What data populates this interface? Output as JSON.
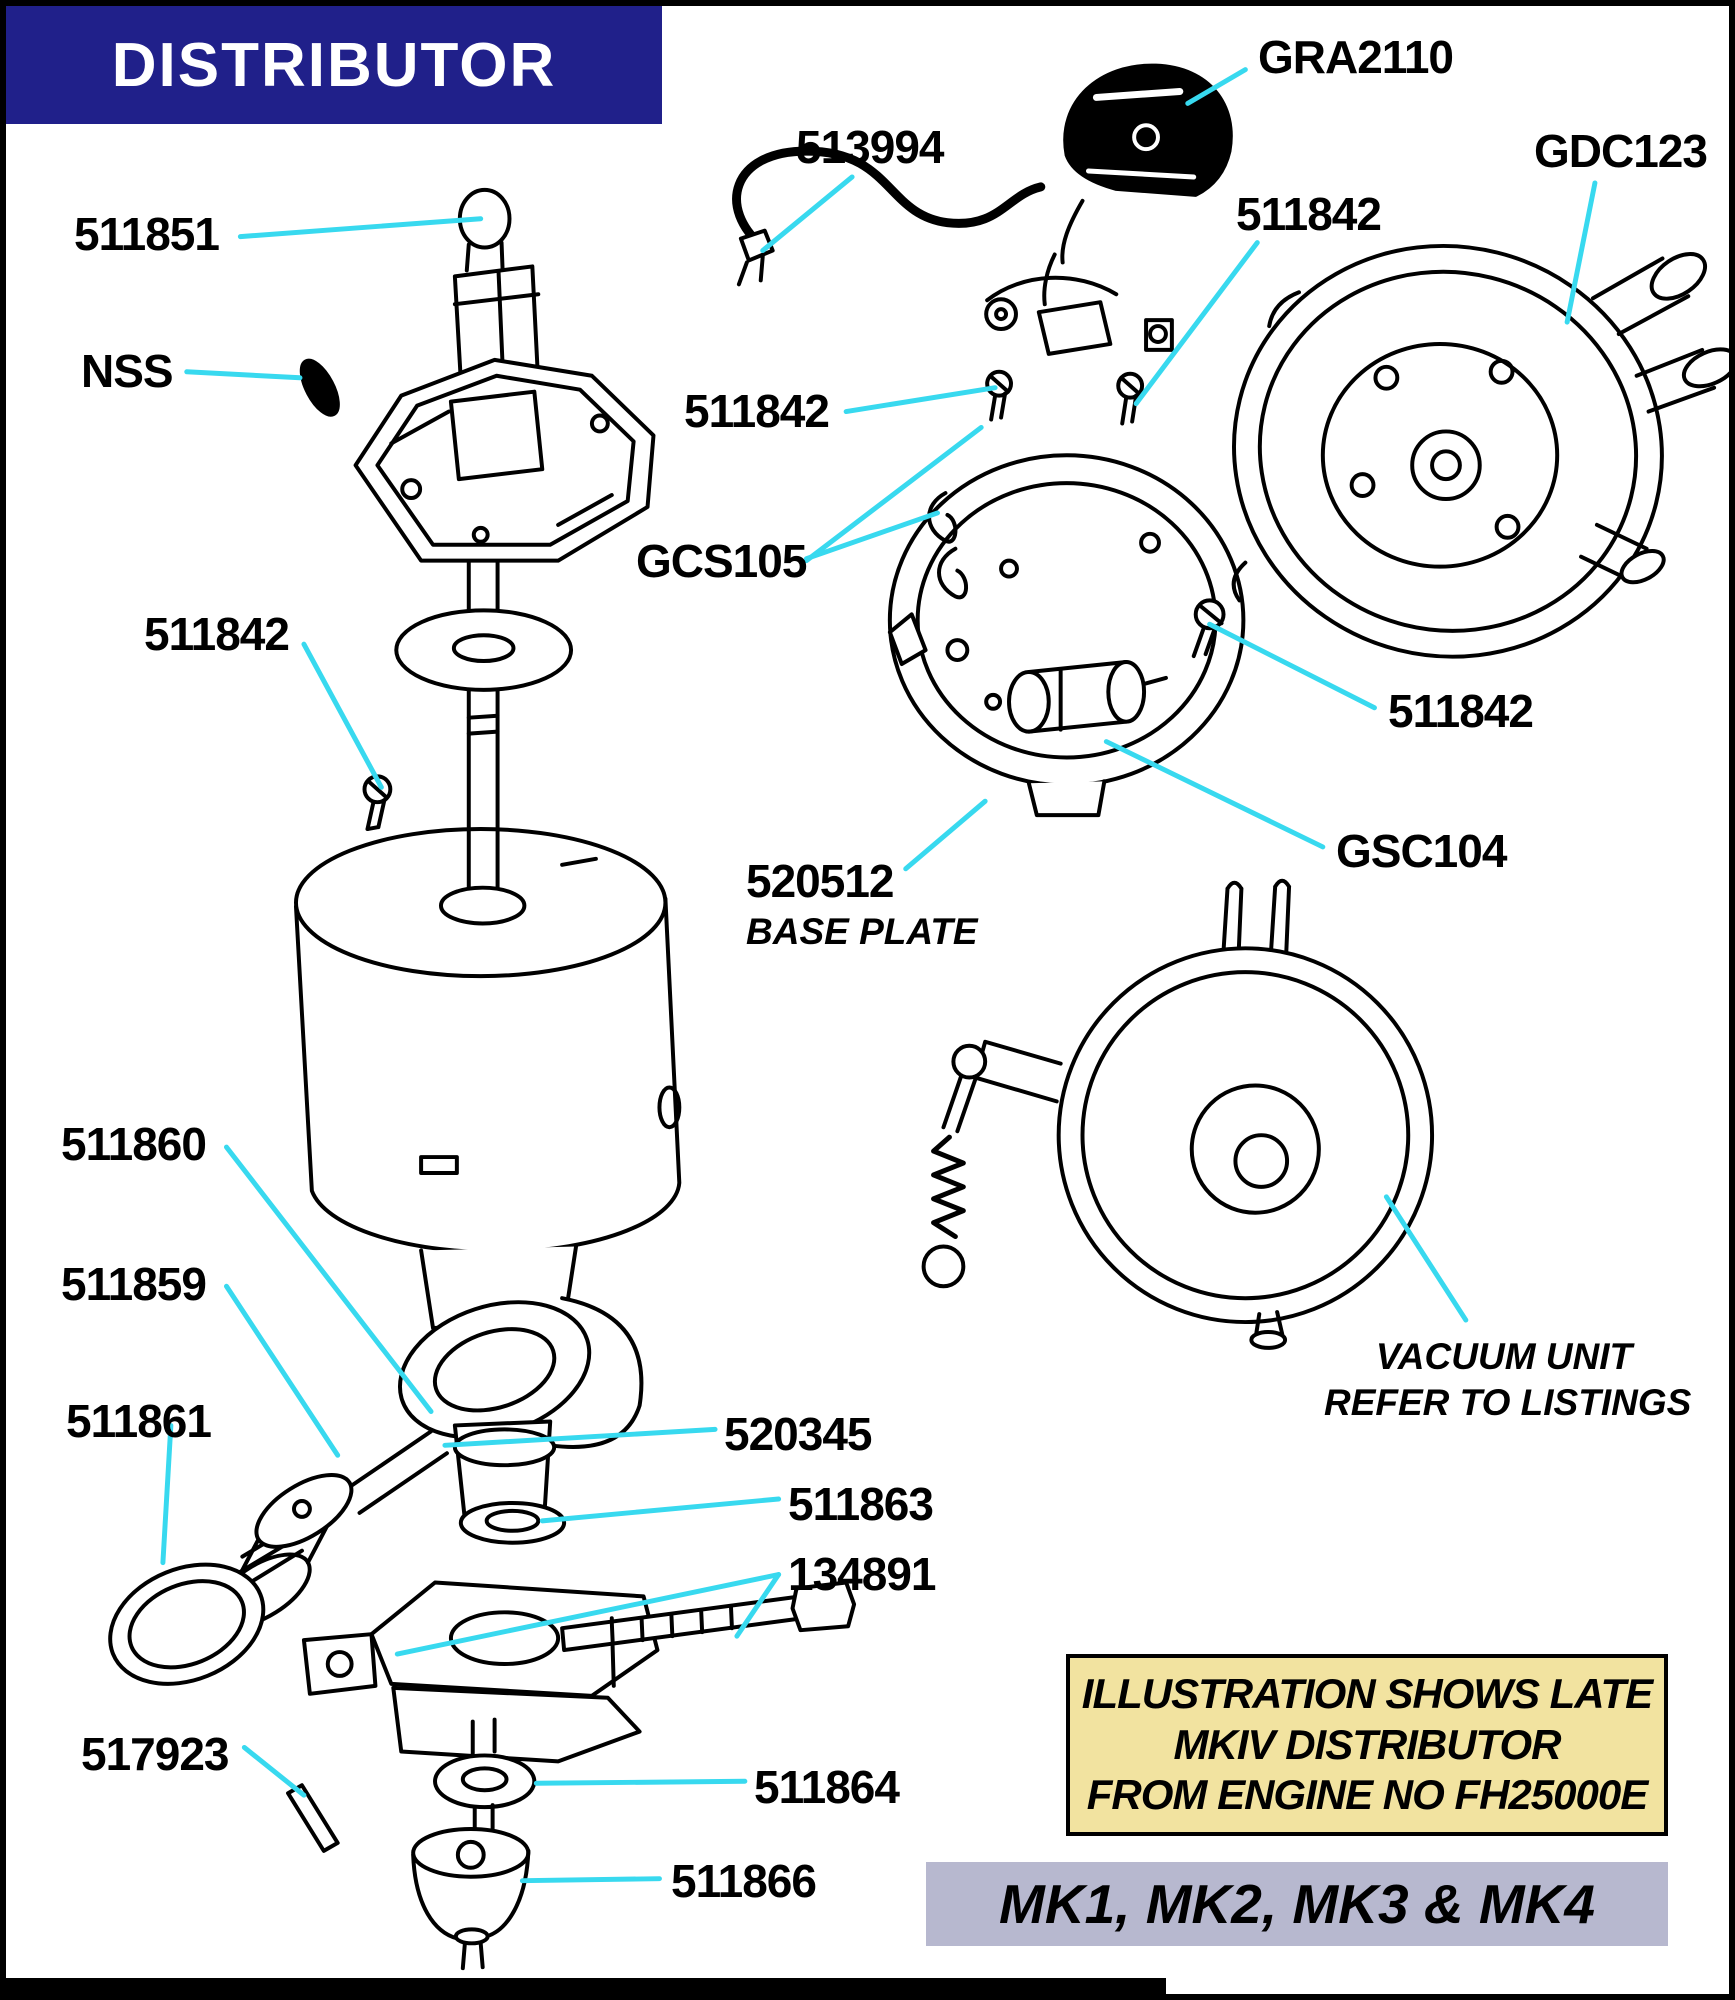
{
  "banner": {
    "title": "DISTRIBUTOR"
  },
  "labels": {
    "l511851": "511851",
    "nss": "NSS",
    "l513994": "513994",
    "gra2110": "GRA2110",
    "l511842": "511842",
    "gdc123": "GDC123",
    "gcs105": "GCS105",
    "l520512": "520512",
    "base_plate_caption": "BASE PLATE",
    "gsc104": "GSC104",
    "l511860": "511860",
    "l511859": "511859",
    "l511861": "511861",
    "l520345": "520345",
    "l511863": "511863",
    "l134891": "134891",
    "l517923": "517923",
    "l511864": "511864",
    "l511866": "511866"
  },
  "vacuum_note": {
    "line1": "VACUUM UNIT",
    "line2": "REFER TO LISTINGS"
  },
  "info_box": {
    "line1": "ILLUSTRATION SHOWS LATE",
    "line2": "MKIV DISTRIBUTOR",
    "line3": "FROM ENGINE NO FH25000E"
  },
  "models_box": {
    "text": "MK1, MK2, MK3 & MK4"
  },
  "colors": {
    "banner_bg": "#20208a",
    "banner_text": "#ffffff",
    "leader_line": "#38d9ef",
    "info_box_bg": "#f2e3a0",
    "models_box_bg": "#b7b8cf",
    "ink": "#000000",
    "page_bg": "#ffffff"
  }
}
